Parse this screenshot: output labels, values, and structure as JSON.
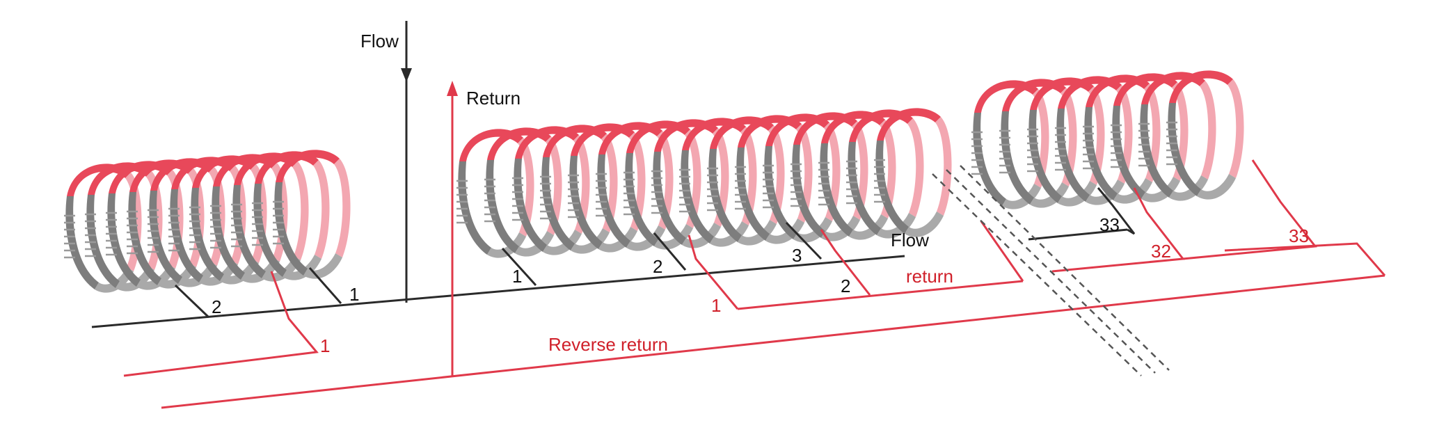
{
  "labels": {
    "flow_top": "Flow",
    "return_top": "Return",
    "flow_mid": "Flow",
    "return_mid": "return",
    "reverse_return": "Reverse return"
  },
  "numbers": {
    "left_flow_2": "2",
    "left_flow_1": "1",
    "left_return_1": "1",
    "mid_flow_1": "1",
    "mid_flow_2": "2",
    "mid_flow_3": "3",
    "mid_return_1": "1",
    "mid_return_2": "2",
    "right_flow_33": "33",
    "right_return_32": "32",
    "right_return_33": "33"
  },
  "colors": {
    "flow_pipe": "#2a2a2a",
    "return_pipe": "#e0394a",
    "label_red": "#d0202a",
    "label_black": "#111111",
    "coil_grey": "#8a8a8a",
    "coil_red": "#e8485a"
  }
}
